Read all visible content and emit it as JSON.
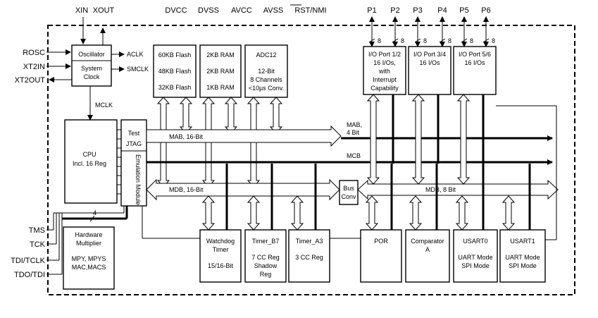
{
  "pins_top": {
    "xin": "XIN",
    "xout": "XOUT",
    "dvcc": "DVCC",
    "dvss": "DVSS",
    "avcc": "AVCC",
    "avss": "AVSS",
    "rst_nmi": "RST/NMI",
    "p1": "P1",
    "p2": "P2",
    "p3": "P3",
    "p4": "P4",
    "p5": "P5",
    "p6": "P6"
  },
  "pins_left": {
    "rosc": "ROSC",
    "xt2in": "XT2IN",
    "xt2out": "XT2OUT",
    "tms": "TMS",
    "tck": "TCK",
    "tdi": "TDI/TCLK",
    "tdo": "TDO/TDI"
  },
  "oscillator": {
    "line1": "Oscillator",
    "line2": "System",
    "line3": "Clock"
  },
  "clocks": {
    "aclk": "ACLK",
    "smclk": "SMCLK",
    "mclk": "MCLK"
  },
  "flash": {
    "l1": "60KB Flash",
    "l2": "48KB Flash",
    "l3": "32KB Flash"
  },
  "ram": {
    "l1": "2KB RAM",
    "l2": "2KB RAM",
    "l3": "1KB RAM"
  },
  "adc": {
    "l1": "ADC12",
    "l2": "12-Bit",
    "l3": "8 Channels",
    "l4": "<10µs Conv."
  },
  "io12": {
    "l1": "I/O Port 1/2",
    "l2": "16 I/Os,",
    "l3": "with",
    "l4": "Interrupt",
    "l5": "Capability"
  },
  "io34": {
    "l1": "I/O Port 3/4",
    "l2": "16 I/Os"
  },
  "io56": {
    "l1": "I/O Port 5/6",
    "l2": "16 I/Os"
  },
  "bus_width": "8",
  "cpu": {
    "l1": "CPU",
    "l2": "Incl. 16 Reg"
  },
  "jtag": {
    "l1": "Test",
    "l2": "JTAG"
  },
  "emulation": "Emulation Module",
  "buses": {
    "mab16": "MAB, 16-Bit",
    "mab4_l1": "MAB,",
    "mab4_l2": "4 Bit",
    "mcb": "MCB",
    "mdb16": "MDB, 16-Bit",
    "mdb8": "MDB, 8 Bit"
  },
  "busconv": {
    "l1": "Bus",
    "l2": "Conv"
  },
  "four": "4",
  "hwmult": {
    "l1": "Hardware",
    "l2": "Multiplier",
    "l3": "MPY, MPYS",
    "l4": "MAC,MACS"
  },
  "watchdog": {
    "l1": "Watchdog",
    "l2": "Timer",
    "l3": "15/16-Bit"
  },
  "timerb": {
    "l1": "Timer_B7",
    "l2": "7 CC Reg",
    "l3": "Shadow",
    "l4": "Reg"
  },
  "timera": {
    "l1": "Timer_A3",
    "l2": "3 CC Reg"
  },
  "por": "POR",
  "comparator": {
    "l1": "Comparator",
    "l2": "A"
  },
  "usart0": {
    "l1": "USART0",
    "l2": "UART Mode",
    "l3": "SPI Mode"
  },
  "usart1": {
    "l1": "USART1",
    "l2": "UART Mode",
    "l3": "SPI Mode"
  }
}
